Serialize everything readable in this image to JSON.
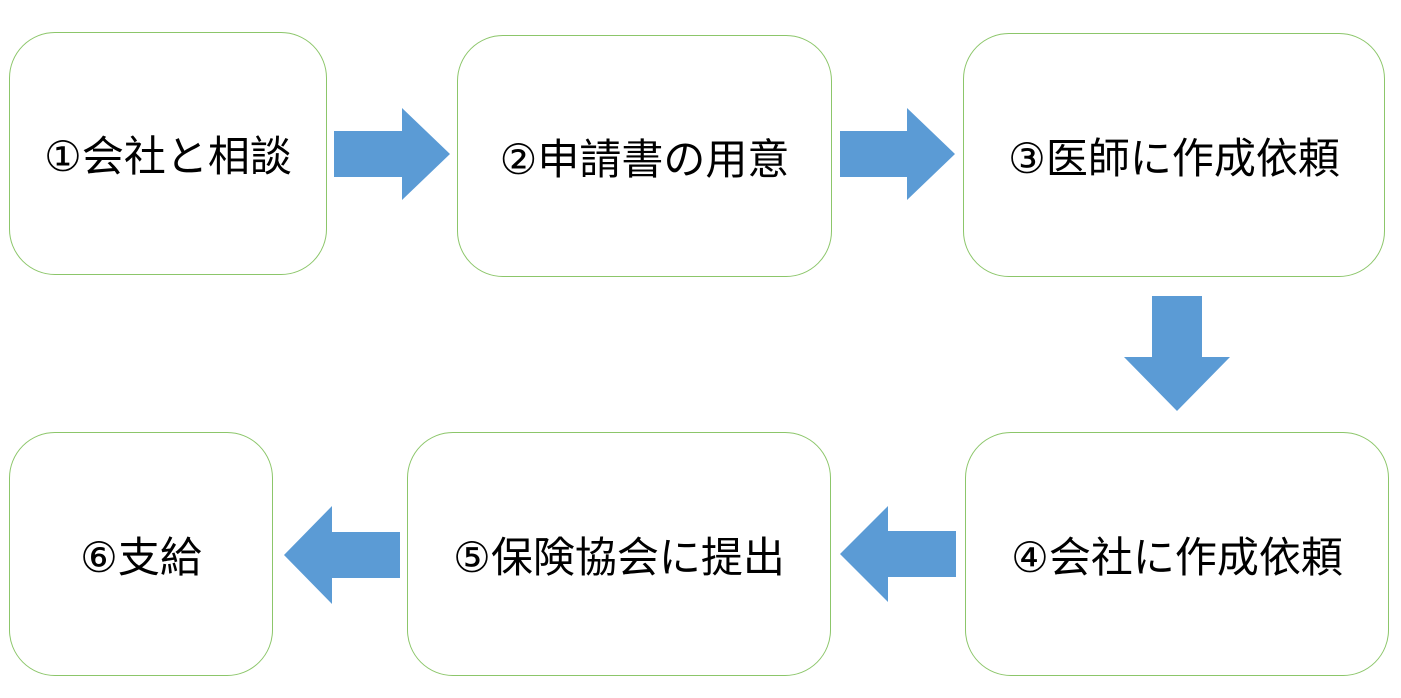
{
  "steps": [
    {
      "label": "①会社と相談"
    },
    {
      "label": "②申請書の用意"
    },
    {
      "label": "③医師に作成依頼"
    },
    {
      "label": "④会社に作成依頼"
    },
    {
      "label": "⑤保険協会に提出"
    },
    {
      "label": "⑥支給"
    }
  ],
  "colors": {
    "box_border": "#8cc66a",
    "arrow_fill": "#5b9bd5",
    "text": "#000000",
    "background": "#ffffff"
  }
}
